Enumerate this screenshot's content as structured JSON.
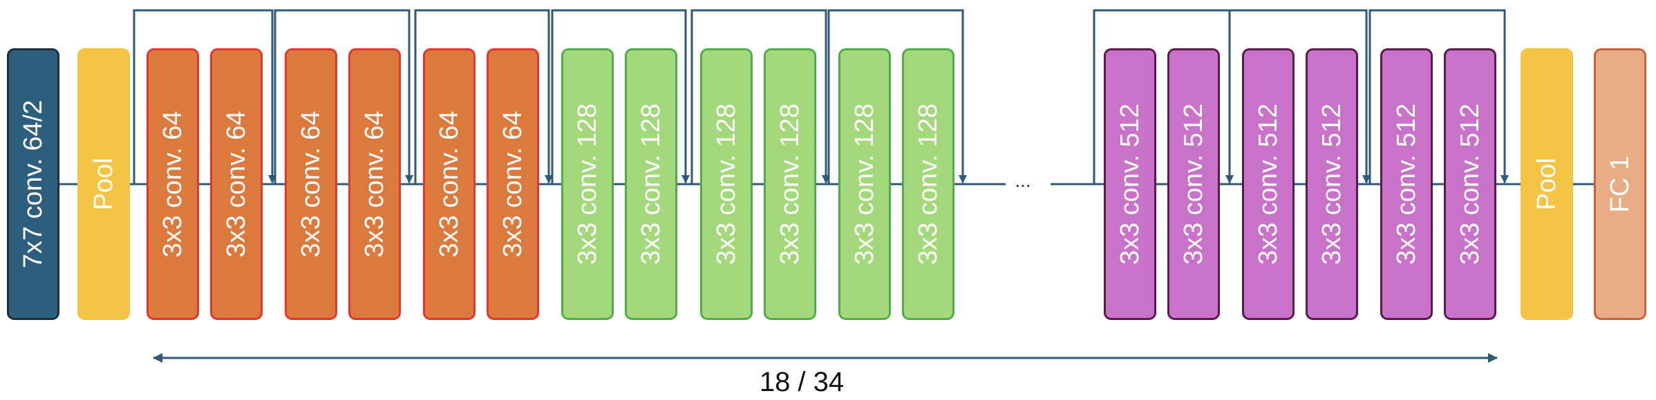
{
  "colors": {
    "line": "#2c5a78",
    "initial_conv": {
      "fill": "#2e5e7e",
      "stroke": "#1b2f3d"
    },
    "pool": {
      "fill": "#f4c544",
      "stroke": "#f4c544"
    },
    "conv64": {
      "fill": "#dc7a3e",
      "stroke": "#e2372d"
    },
    "conv128": {
      "fill": "#a3d97a",
      "stroke": "#4fae4b"
    },
    "conv512": {
      "fill": "#c873c9",
      "stroke": "#5a1a4a"
    },
    "fc": {
      "fill": "#e9ad85",
      "stroke": "#c5643a"
    }
  },
  "blocks": [
    {
      "label": "7x7 conv. 64/2",
      "group": "initial_conv"
    },
    {
      "label": "Pool",
      "group": "pool"
    },
    {
      "label": "3x3 conv. 64",
      "group": "conv64"
    },
    {
      "label": "3x3 conv. 64",
      "group": "conv64"
    },
    {
      "label": "3x3 conv. 64",
      "group": "conv64"
    },
    {
      "label": "3x3 conv. 64",
      "group": "conv64"
    },
    {
      "label": "3x3 conv. 64",
      "group": "conv64"
    },
    {
      "label": "3x3 conv. 64",
      "group": "conv64"
    },
    {
      "label": "3x3 conv. 128",
      "group": "conv128"
    },
    {
      "label": "3x3 conv. 128",
      "group": "conv128"
    },
    {
      "label": "3x3 conv. 128",
      "group": "conv128"
    },
    {
      "label": "3x3 conv. 128",
      "group": "conv128"
    },
    {
      "label": "3x3 conv. 128",
      "group": "conv128"
    },
    {
      "label": "3x3 conv. 128",
      "group": "conv128"
    },
    {
      "label": "3x3 conv. 512",
      "group": "conv512"
    },
    {
      "label": "3x3 conv. 512",
      "group": "conv512"
    },
    {
      "label": "3x3 conv. 512",
      "group": "conv512"
    },
    {
      "label": "3x3 conv. 512",
      "group": "conv512"
    },
    {
      "label": "3x3 conv. 512",
      "group": "conv512"
    },
    {
      "label": "3x3 conv. 512",
      "group": "conv512"
    },
    {
      "label": "Pool",
      "group": "pool"
    },
    {
      "label": "FC 1",
      "group": "fc"
    }
  ],
  "ellipsis": "...",
  "depth_label": "18 / 34"
}
